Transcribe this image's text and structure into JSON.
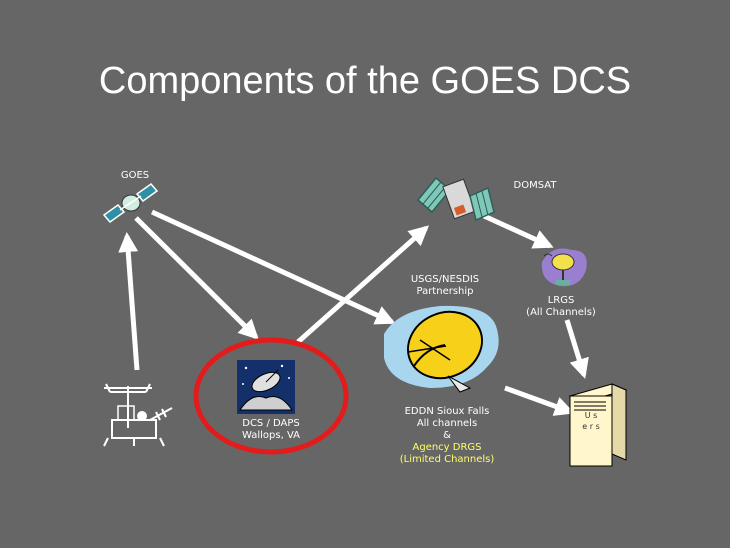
{
  "title": "Components of the GOES DCS",
  "nodes": {
    "goes": {
      "label": "GOES"
    },
    "domsat": {
      "label": "DOMSAT"
    },
    "partnership": {
      "line1": "USGS/NESDIS",
      "line2": "Partnership"
    },
    "lrgs": {
      "line1": "LRGS",
      "line2": "(All Channels)"
    },
    "dcs_daps": {
      "line1": "DCS / DAPS",
      "line2": "Wallops, VA"
    },
    "eddn": {
      "line1": "EDDN Sioux Falls",
      "line2": "All channels",
      "line3": "&",
      "line4": "Agency DRGS",
      "line5": "(Limited Channels)"
    },
    "users": {
      "label": "U s e r s"
    }
  },
  "colors": {
    "background": "#666666",
    "text": "#ffffff",
    "highlight_text": "#ffff66",
    "circle": "#e31b1b"
  }
}
